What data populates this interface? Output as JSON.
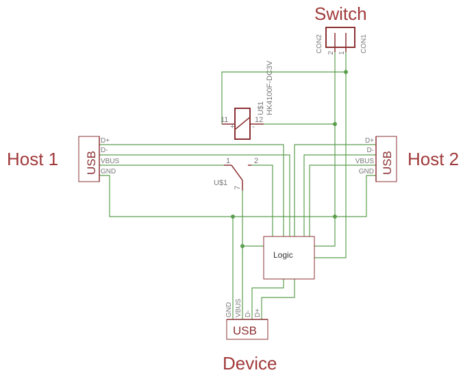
{
  "labels": {
    "switch": "Switch",
    "host1": "Host 1",
    "host2": "Host 2",
    "device": "Device",
    "logic": "Logic"
  },
  "switch_connector": {
    "con2": "CON2",
    "con1": "CON1",
    "pin2": "2",
    "pin1": "1"
  },
  "relay": {
    "name": "U$1",
    "value": "HK4100F-DC3V",
    "coil_pin_a": "11",
    "coil_pin_b": "12",
    "plus": "+",
    "minus": "-",
    "contact_name": "U$1",
    "contact_pin_1": "1",
    "contact_pin_2": "2",
    "contact_pin_7": "7"
  },
  "usb_host1": {
    "title": "USB",
    "pins": [
      "D+",
      "D-",
      "VBUS",
      "GND"
    ]
  },
  "usb_host2": {
    "title": "USB",
    "pins": [
      "D+",
      "D-",
      "VBUS",
      "GND"
    ]
  },
  "usb_device": {
    "title": "USB",
    "pins": [
      "GND",
      "VBUS",
      "D-",
      "D+"
    ]
  },
  "colors": {
    "wire": "#5a9e4e",
    "component": "#8a2f31",
    "title_text": "#a0393b",
    "pin_text": "#777777"
  }
}
